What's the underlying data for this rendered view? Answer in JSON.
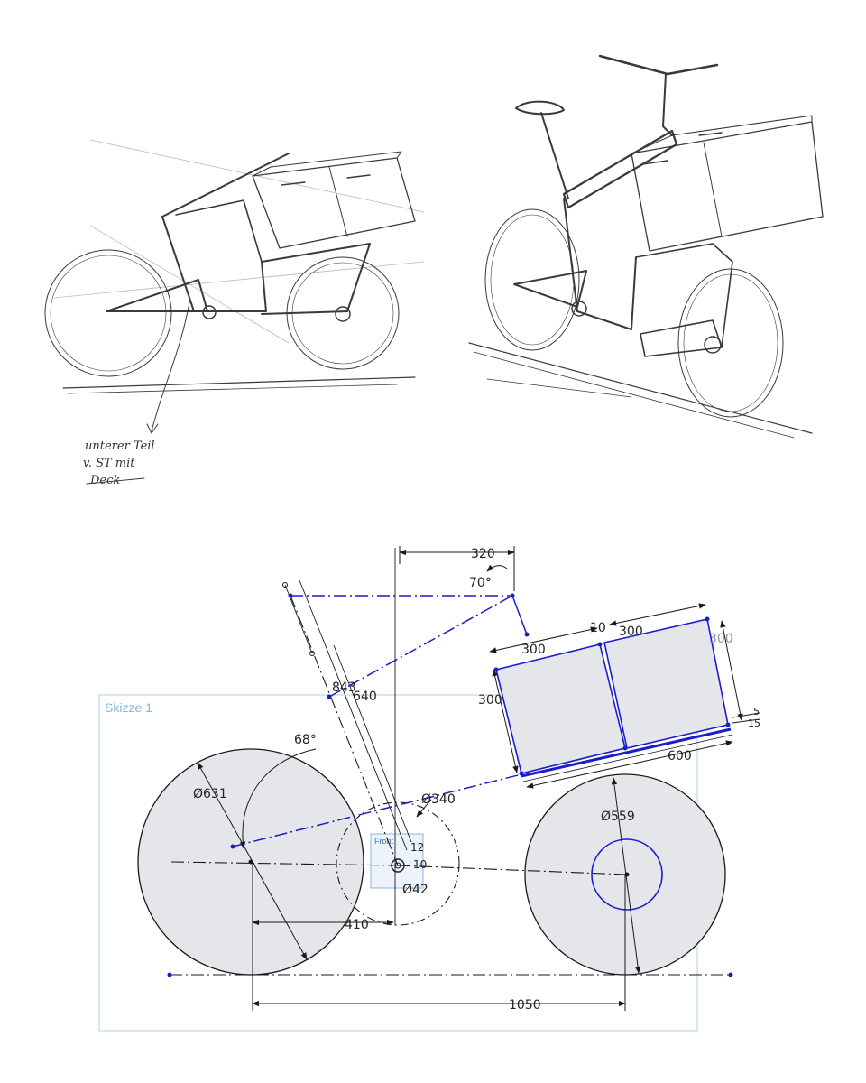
{
  "sketch": {
    "annotation_lines": [
      "unterer Teil",
      "v. ST mit",
      "Deck"
    ]
  },
  "cad": {
    "sketch_label": "Skizze 1",
    "plane_label": "Front",
    "dimensions": {
      "top_width": "320",
      "top_angle": "70°",
      "gap": "10",
      "box_top_right": "300",
      "box_right_height": "300",
      "box_top_left": "300",
      "box_left_height": "300",
      "small_5": "5",
      "small_15": "15",
      "box_bottom": "600",
      "seat_tube_843": "843",
      "seat_tube_640": "640",
      "seat_angle": "68°",
      "rear_wheel_dia": "Ø631",
      "crank_dia": "Ø340",
      "front_wheel_dia": "Ø559",
      "bb_12": "12",
      "bb_10": "10",
      "bb_dia": "Ø42",
      "bb_offset": "410",
      "wheelbase": "1050"
    },
    "colors": {
      "blue": "#1c1ccf",
      "sketch_frame": "#a8d2ec",
      "fill": "#e4e6ea"
    }
  }
}
